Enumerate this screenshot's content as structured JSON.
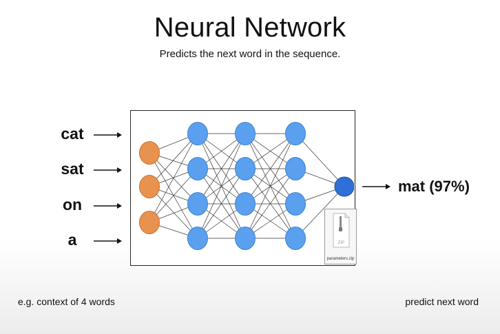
{
  "title": "Neural Network",
  "subtitle": "Predicts the next word in the sequence.",
  "input_words": [
    "cat",
    "sat",
    "on",
    "a"
  ],
  "output_label": "mat (97%)",
  "caption_left": "e.g. context of 4 words",
  "caption_right": "predict next word",
  "parameters_file": {
    "label": "parameters.zip",
    "icon_text": "ZIP"
  },
  "network": {
    "layers": [
      3,
      4,
      4,
      4,
      1
    ],
    "colors": {
      "input_fill": "#e8924f",
      "input_stroke": "#c46f2f",
      "hidden_fill": "#5aa0ef",
      "hidden_stroke": "#3a80d0",
      "output_fill": "#2f6fd6",
      "output_stroke": "#1f4fa0",
      "edge": "#333333"
    }
  }
}
